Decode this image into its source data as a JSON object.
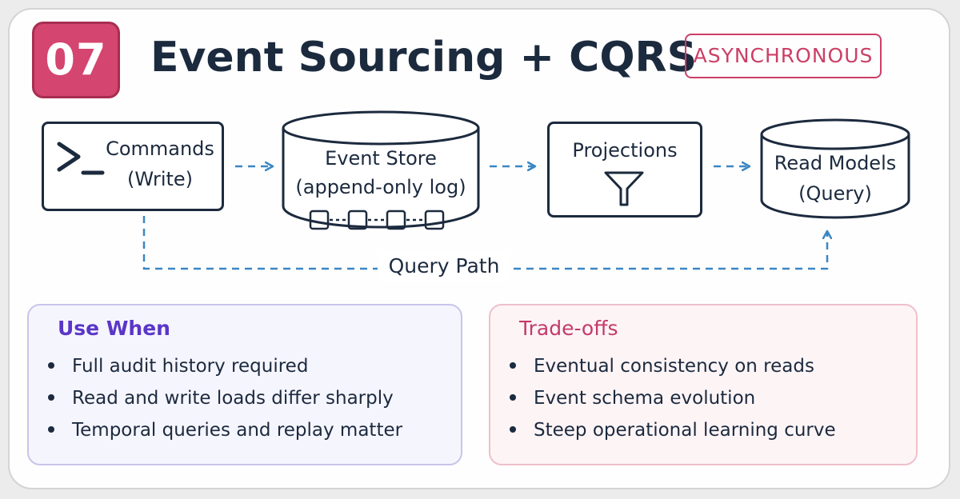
{
  "header": {
    "number": "07",
    "title": "Event Sourcing + CQRS",
    "mode_tag": "ASYNCHRONOUS"
  },
  "flow": {
    "commands": {
      "line1": "Commands",
      "line2": "(Write)",
      "icon": "terminal-prompt-icon"
    },
    "event_store": {
      "line1": "Event Store",
      "line2": "(append-only log)",
      "icon": "event-log-icon"
    },
    "projections": {
      "label": "Projections",
      "icon": "funnel-icon"
    },
    "read_models": {
      "line1": "Read Models",
      "line2": "(Query)"
    },
    "query_path": "Query Path"
  },
  "use_when": {
    "title": "Use When",
    "items": [
      "Full audit history required",
      "Read and write loads differ sharply",
      "Temporal queries and replay matter"
    ]
  },
  "trade_offs": {
    "title": "Trade-offs",
    "items": [
      "Eventual consistency on reads",
      "Event schema evolution",
      "Steep operational learning curve"
    ]
  },
  "colors": {
    "accent": "#d4456f",
    "ink": "#1c2a3e",
    "arrow": "#3a86c4",
    "use_title": "#5a36c7",
    "trade_title": "#c43a6a"
  }
}
